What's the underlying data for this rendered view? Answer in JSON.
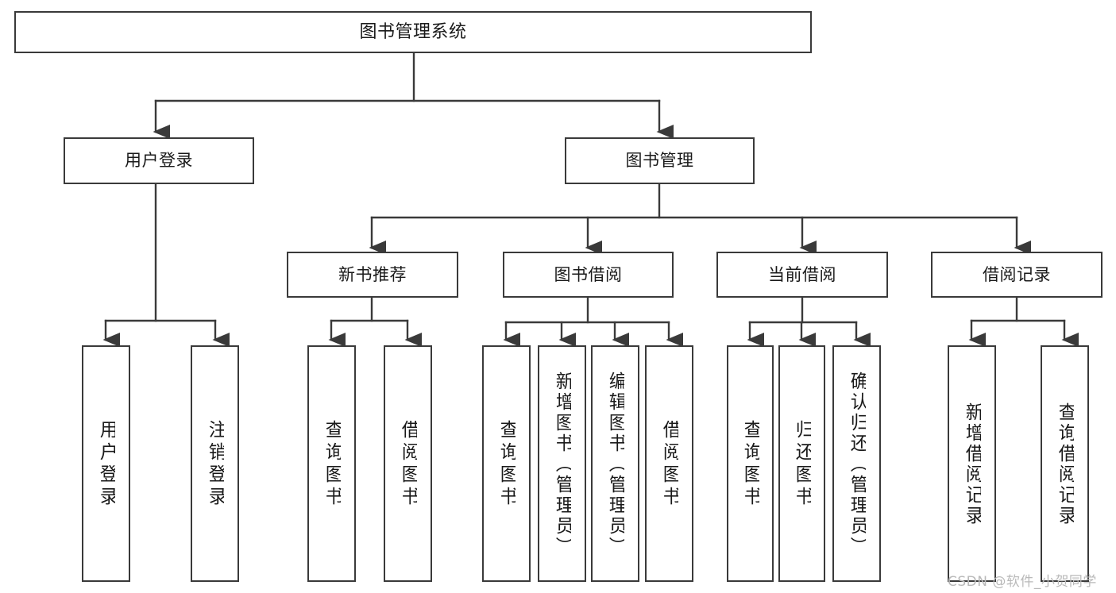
{
  "diagram": {
    "title": "图书管理系统",
    "type": "tree-hierarchy-diagram",
    "root": {
      "label": "图书管理系统"
    },
    "level2": [
      {
        "label": "用户登录"
      },
      {
        "label": "图书管理"
      }
    ],
    "level3": [
      {
        "label": "新书推荐"
      },
      {
        "label": "图书借阅"
      },
      {
        "label": "当前借阅"
      },
      {
        "label": "借阅记录"
      }
    ],
    "leaves": {
      "user_login": [
        {
          "label": "用户登录"
        },
        {
          "label": "注销登录"
        }
      ],
      "new_book_recommend": [
        {
          "label": "查询图书"
        },
        {
          "label": "借阅图书"
        }
      ],
      "book_borrow": [
        {
          "label": "查询图书"
        },
        {
          "label": "新增图书（管理员）"
        },
        {
          "label": "编辑图书（管理员）"
        },
        {
          "label": "借阅图书"
        }
      ],
      "current_borrow": [
        {
          "label": "查询图书"
        },
        {
          "label": "归还图书"
        },
        {
          "label": "确认归还（管理员）"
        }
      ],
      "borrow_record": [
        {
          "label": "新增借阅记录"
        },
        {
          "label": "查询借阅记录"
        }
      ]
    },
    "colors": {
      "box_border": "#3a3a3a",
      "box_fill": "#ffffff",
      "connector": "#3a3a3a",
      "text": "#1a1a1a",
      "watermark": "#b9b9b9"
    }
  },
  "watermark": {
    "text": "CSDN @软件_小贺同学"
  }
}
